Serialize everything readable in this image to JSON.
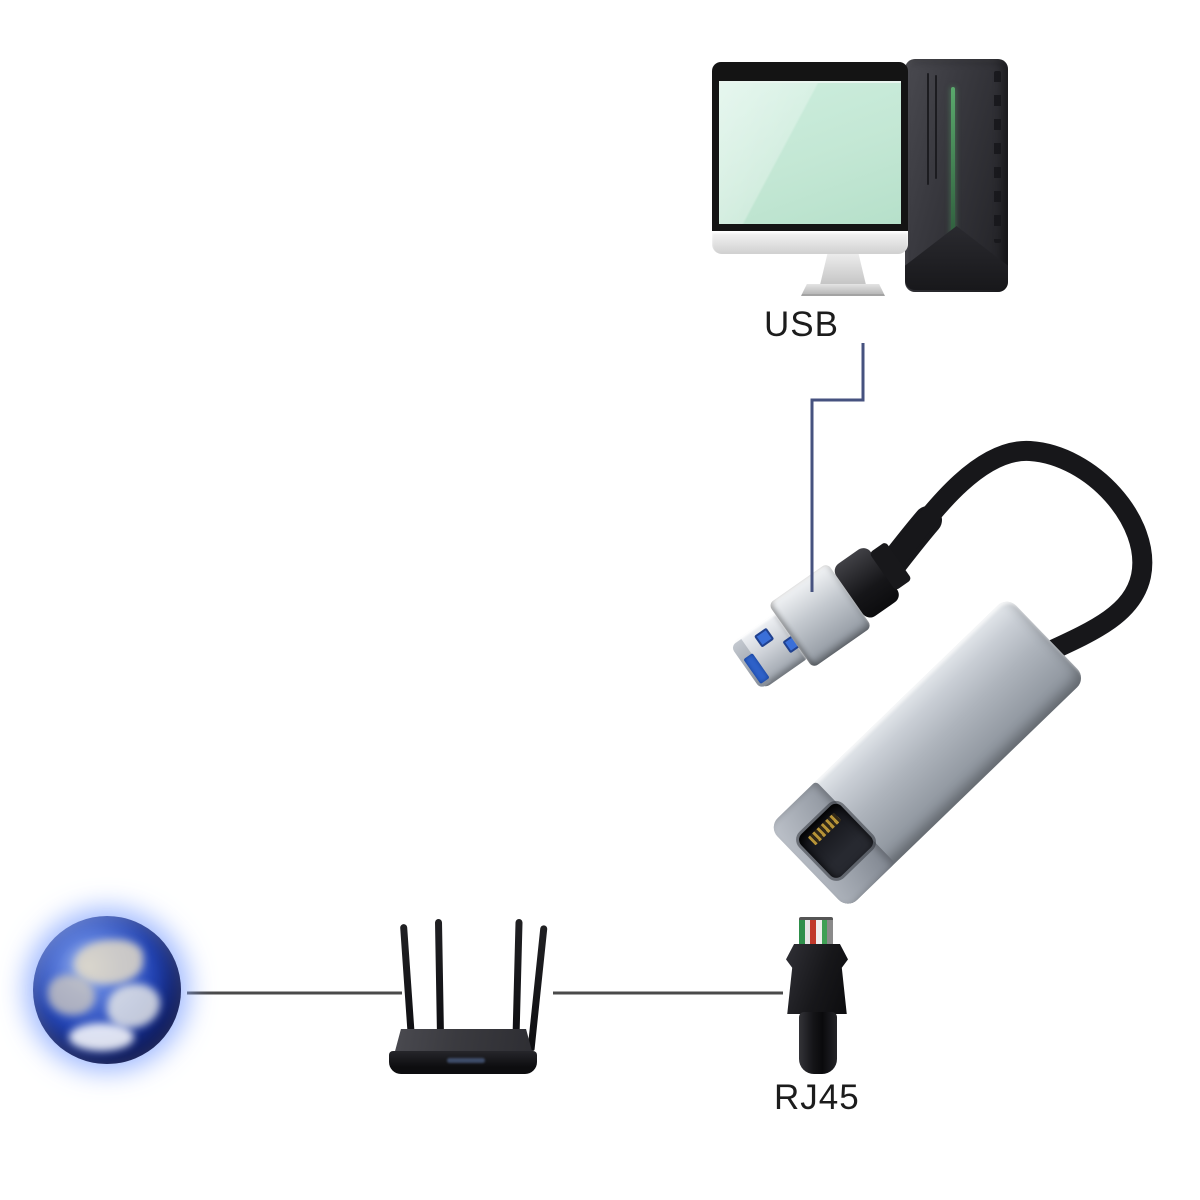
{
  "diagram": {
    "labels": {
      "usb": "USB",
      "rj45": "RJ45"
    },
    "nodes": [
      {
        "id": "desktop-computer",
        "desc": "Desktop PC with monitor and tower case"
      },
      {
        "id": "usb-ethernet-adapter",
        "desc": "USB-A to RJ45 gigabit ethernet adapter with black cable"
      },
      {
        "id": "internet-globe",
        "desc": "Earth globe representing the internet"
      },
      {
        "id": "wifi-router",
        "desc": "Black wireless router with four antennas"
      },
      {
        "id": "rj45-plug",
        "desc": "RJ45 ethernet cable plug"
      }
    ],
    "colors": {
      "annotation_blue": "#46527f",
      "connector_gray": "#4a4a4a",
      "screen_mint": "#c3e7d4",
      "tower_green_accent": "#4c8f5c",
      "usb_pin_blue": "#3a6fd8",
      "adapter_silver": "#b2b8c0",
      "globe_blue": "#1a34a0",
      "cable_black": "#17171a"
    }
  }
}
